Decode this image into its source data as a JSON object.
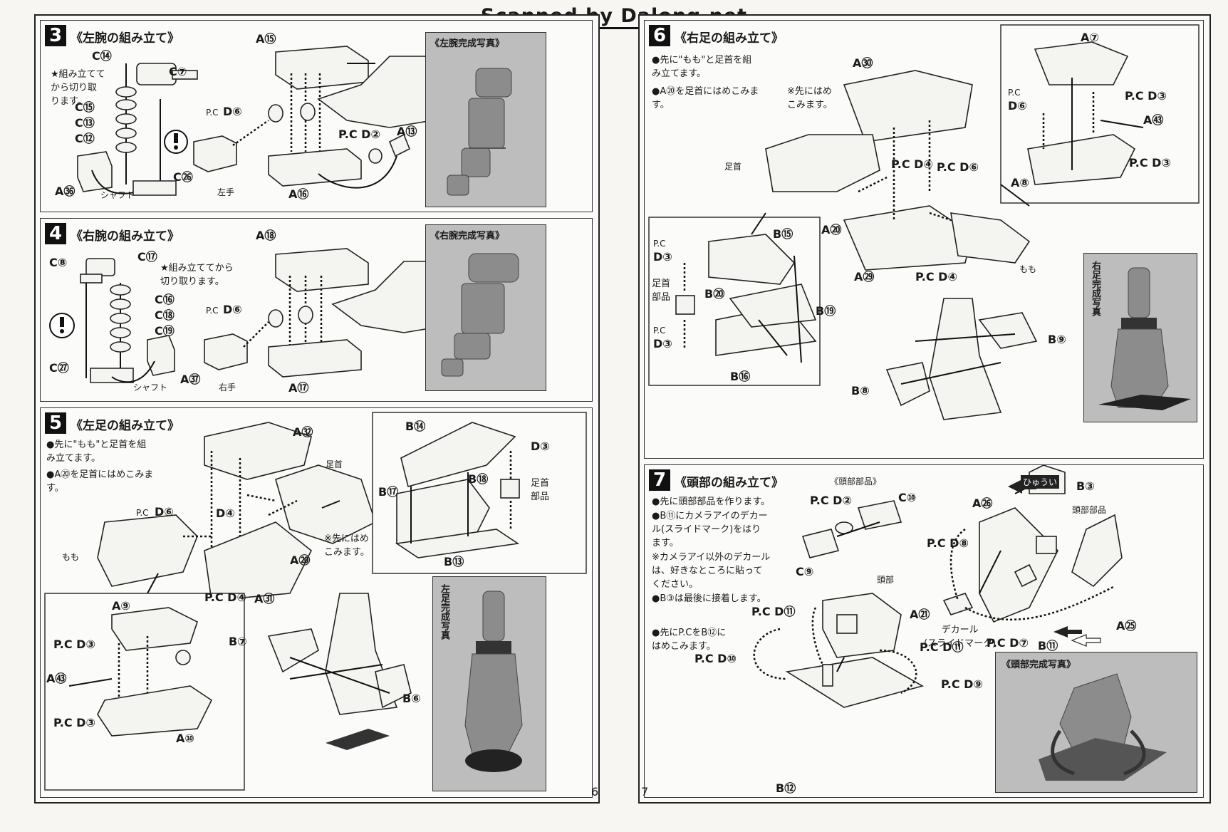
{
  "header": "Scanned by Dalong.net",
  "left_page": {
    "page_number": "6",
    "step3": {
      "number": "3",
      "title": "《左腕の組み立て》",
      "note": "★組み立てて\nから切り取\nります。",
      "labels": {
        "C14": "C⑭",
        "C7": "C⑦",
        "C15": "C⑮",
        "C13": "C⑬",
        "C12": "C⑫",
        "A36": "A㊱",
        "shaft": "シャフト",
        "C26": "C㉖",
        "A15": "A⑮",
        "PC": "P.C",
        "D6": "D⑥",
        "PCD2": "P.C D②",
        "A13": "A⑬",
        "left_hand": "左手",
        "A16": "A⑯"
      },
      "photo_caption": "《左腕完成写真》"
    },
    "step4": {
      "number": "4",
      "title": "《右腕の組み立て》",
      "note": "★組み立ててから\n切り取ります。",
      "labels": {
        "C8": "C⑧",
        "C17": "C⑰",
        "C16": "C⑯",
        "C18": "C⑱",
        "C19": "C⑲",
        "C27": "C㉗",
        "A37": "A㊲",
        "shaft": "シャフト",
        "A18": "A⑱",
        "PC": "P.C",
        "D6": "D⑥",
        "right_hand": "右手",
        "A17": "A⑰"
      },
      "photo_caption": "《右腕完成写真》"
    },
    "step5": {
      "number": "5",
      "title": "《左足の組み立て》",
      "notes": [
        "●先に\"もも\"と足首を組\nみ立てます。",
        "●A⑳を足首にはめこみま\nす。"
      ],
      "labels": {
        "A32": "A㉜",
        "ankle": "足首",
        "PC": "P.C",
        "D6": "D⑥",
        "D4": "D④",
        "thigh": "もも",
        "PCD4": "P.C D④",
        "A31": "A㉛",
        "A20": "A⑳",
        "insert_first": "※先にはめ\nこみます。",
        "B14": "B⑭",
        "D3": "D③",
        "B18": "B⑱",
        "B17": "B⑰",
        "ankle_parts": "足首\n部品",
        "B13": "B⑬",
        "A9": "A⑨",
        "PCD3": "P.C D③",
        "A43": "A㊸",
        "A10": "A⑩",
        "B7": "B⑦",
        "B6": "B⑥"
      },
      "photo_caption": "左足完成写真"
    }
  },
  "right_page": {
    "page_number": "7",
    "step6": {
      "number": "6",
      "title": "《右足の組み立て》",
      "notes": [
        "●先に\"もも\"と足首を組\nみ立てます。",
        "●A⑳を足首にはめこみま\nす。"
      ],
      "labels": {
        "A30": "A㉚",
        "insert_first": "※先にはめ\nこみます。",
        "ankle": "足首",
        "PCD4": "P.C D④",
        "PCD6": "P.C D⑥",
        "A20": "A⑳",
        "A29": "A㉙",
        "A7": "A⑦",
        "PC": "P.C",
        "D6": "D⑥",
        "PCD3": "P.C D③",
        "A43": "A㊸",
        "A8": "A⑧",
        "thigh": "もも",
        "B15": "B⑮",
        "D3": "D③",
        "B20": "B⑳",
        "ankle_parts": "足首\n部品",
        "B19": "B⑲",
        "B16": "B⑯",
        "B9": "B⑨",
        "B8": "B⑧"
      },
      "photo_caption": "右足完成写真"
    },
    "step7": {
      "number": "7",
      "title": "《頭部の組み立て》",
      "notes": [
        "●先に頭部部品を作ります。",
        "●B⑪にカメラアイのデカー\nル(スライドマーク)をはり\nます。",
        "※カメラアイ以外のデカール\nは、好きなところに貼って\nください。",
        "●B③は最後に接着します。",
        "●先にP.CをB⑫に\nはめこみます。"
      ],
      "labels": {
        "head_parts_top": "《頭部部品》",
        "PCD2": "P.C D②",
        "C10": "C⑩",
        "C9": "C⑨",
        "head": "頭部",
        "PCD8": "P.C D⑧",
        "PCD11": "P.C D⑪",
        "PCD11b": "P.C D⑪",
        "PCD10": "P.C D⑩",
        "PCD9": "P.C D⑨",
        "B12": "B⑫",
        "A26": "A㉖",
        "B3": "B③",
        "head_parts": "頭部部品",
        "A21": "A㉑",
        "A25": "A㉕",
        "decal": "デカール\n(スライドマーク)",
        "PCD7": "P.C D⑦",
        "B11": "B⑪",
        "tag": "ひゅうい"
      },
      "photo_caption": "《頭部完成写真》"
    }
  },
  "colors": {
    "ink": "#1a1a1a",
    "paper": "#fafaf8",
    "photo_bg": "#bdbdbd"
  }
}
